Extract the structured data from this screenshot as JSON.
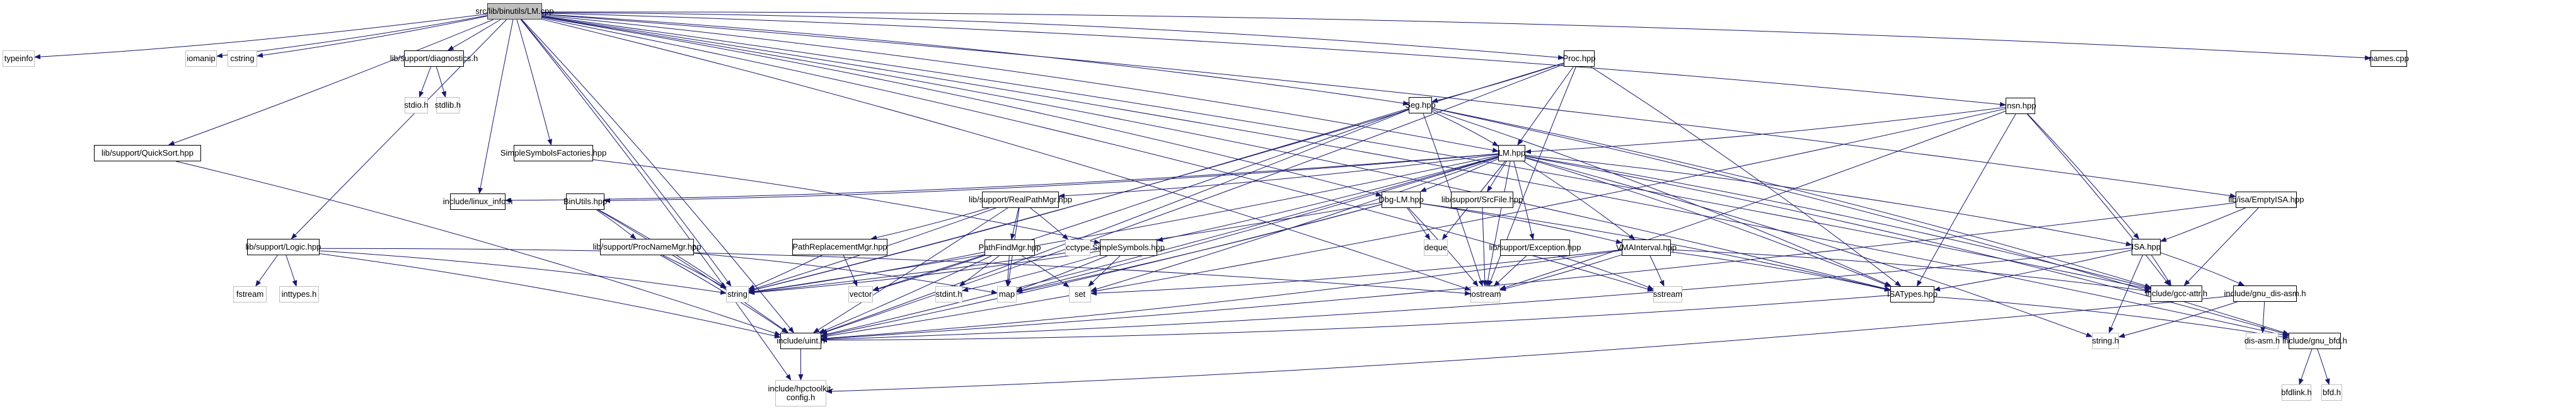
{
  "title": "src/lib/binutils/LM.cpp",
  "colors": {
    "edge": "#191970",
    "node_border": "#000000",
    "external_border": "#bfbfbf",
    "root_fill": "#bfbfbf"
  },
  "nodes": [
    {
      "id": "root",
      "label": "src/lib/binutils/LM.cpp",
      "kind": "root"
    },
    {
      "id": "typeinfo",
      "label": "typeinfo",
      "kind": "ext"
    },
    {
      "id": "iomanip",
      "label": "iomanip",
      "kind": "ext"
    },
    {
      "id": "cstring",
      "label": "cstring",
      "kind": "ext"
    },
    {
      "id": "diagnostics",
      "label": "lib/support/diagnostics.h",
      "kind": "doc"
    },
    {
      "id": "stdio",
      "label": "stdio.h",
      "kind": "ext"
    },
    {
      "id": "stdlib",
      "label": "stdlib.h",
      "kind": "ext"
    },
    {
      "id": "quicksort",
      "label": "lib/support/QuickSort.hpp",
      "kind": "doc"
    },
    {
      "id": "logic",
      "label": "lib/support/Logic.hpp",
      "kind": "doc"
    },
    {
      "id": "fstream",
      "label": "fstream",
      "kind": "ext"
    },
    {
      "id": "inttypes",
      "label": "inttypes.h",
      "kind": "ext"
    },
    {
      "id": "ssfactories",
      "label": "SimpleSymbolsFactories.hpp",
      "kind": "doc"
    },
    {
      "id": "linuxinfo",
      "label": "include/linux_info.h",
      "kind": "doc"
    },
    {
      "id": "binutils",
      "label": "BinUtils.hpp",
      "kind": "doc"
    },
    {
      "id": "procnamemgr",
      "label": "lib/support/ProcNameMgr.hpp",
      "kind": "doc"
    },
    {
      "id": "realpathmgr",
      "label": "lib/support/RealPathMgr.hpp",
      "kind": "doc"
    },
    {
      "id": "pathreplmgr",
      "label": "PathReplacementMgr.hpp",
      "kind": "doc"
    },
    {
      "id": "pathfindmgr",
      "label": "PathFindMgr.hpp",
      "kind": "doc"
    },
    {
      "id": "cctype",
      "label": "cctype",
      "kind": "ext"
    },
    {
      "id": "simplesymbols",
      "label": "SimpleSymbols.hpp",
      "kind": "doc"
    },
    {
      "id": "string",
      "label": "string",
      "kind": "ext"
    },
    {
      "id": "vector",
      "label": "vector",
      "kind": "ext"
    },
    {
      "id": "stdint",
      "label": "stdint.h",
      "kind": "ext"
    },
    {
      "id": "map",
      "label": "map",
      "kind": "ext"
    },
    {
      "id": "set",
      "label": "set",
      "kind": "ext"
    },
    {
      "id": "uint",
      "label": "include/uint.h",
      "kind": "doc"
    },
    {
      "id": "hpcconfig",
      "label": "include/hpctoolkit-config.h",
      "kind": "ext"
    },
    {
      "id": "proc",
      "label": "Proc.hpp",
      "kind": "doc"
    },
    {
      "id": "seg",
      "label": "Seg.hpp",
      "kind": "doc"
    },
    {
      "id": "lm",
      "label": "LM.hpp",
      "kind": "doc"
    },
    {
      "id": "dbglm",
      "label": "Dbg-LM.hpp",
      "kind": "doc"
    },
    {
      "id": "srcfile",
      "label": "lib/support/SrcFile.hpp",
      "kind": "doc"
    },
    {
      "id": "deque",
      "label": "deque",
      "kind": "ext"
    },
    {
      "id": "exception",
      "label": "lib/support/Exception.hpp",
      "kind": "doc"
    },
    {
      "id": "vmainterval",
      "label": "VMAInterval.hpp",
      "kind": "doc"
    },
    {
      "id": "iostream",
      "label": "iostream",
      "kind": "ext"
    },
    {
      "id": "sstream",
      "label": "sstream",
      "kind": "ext"
    },
    {
      "id": "isatypes",
      "label": "ISATypes.hpp",
      "kind": "doc"
    },
    {
      "id": "insn",
      "label": "Insn.hpp",
      "kind": "doc"
    },
    {
      "id": "emptyisa",
      "label": "lib/isa/EmptyISA.hpp",
      "kind": "doc"
    },
    {
      "id": "isa",
      "label": "ISA.hpp",
      "kind": "doc"
    },
    {
      "id": "gccattr",
      "label": "include/gcc-attr.h",
      "kind": "doc"
    },
    {
      "id": "gnudisasm",
      "label": "include/gnu_dis-asm.h",
      "kind": "doc"
    },
    {
      "id": "stringh",
      "label": "string.h",
      "kind": "ext"
    },
    {
      "id": "disasm",
      "label": "dis-asm.h",
      "kind": "ext"
    },
    {
      "id": "gnubfd",
      "label": "include/gnu_bfd.h",
      "kind": "doc"
    },
    {
      "id": "bfdlink",
      "label": "bfdlink.h",
      "kind": "ext"
    },
    {
      "id": "bfd",
      "label": "bfd.h",
      "kind": "ext"
    },
    {
      "id": "namescpp",
      "label": "names.cpp",
      "kind": "doc"
    }
  ],
  "edges": [
    [
      "root",
      "typeinfo"
    ],
    [
      "root",
      "iomanip"
    ],
    [
      "root",
      "cstring"
    ],
    [
      "root",
      "diagnostics"
    ],
    [
      "root",
      "quicksort"
    ],
    [
      "root",
      "logic"
    ],
    [
      "root",
      "linuxinfo"
    ],
    [
      "root",
      "ssfactories"
    ],
    [
      "root",
      "string"
    ],
    [
      "root",
      "uint"
    ],
    [
      "root",
      "hpcconfig"
    ],
    [
      "root",
      "proc"
    ],
    [
      "root",
      "seg"
    ],
    [
      "root",
      "lm"
    ],
    [
      "root",
      "dbglm"
    ],
    [
      "root",
      "insn"
    ],
    [
      "root",
      "emptyisa"
    ],
    [
      "root",
      "namescpp"
    ],
    [
      "root",
      "gccattr"
    ],
    [
      "root",
      "iostream"
    ],
    [
      "root",
      "isatypes"
    ],
    [
      "root",
      "sstream"
    ],
    [
      "root",
      "gnubfd"
    ],
    [
      "diagnostics",
      "stdio"
    ],
    [
      "diagnostics",
      "stdlib"
    ],
    [
      "quicksort",
      "uint"
    ],
    [
      "logic",
      "fstream"
    ],
    [
      "logic",
      "inttypes"
    ],
    [
      "logic",
      "uint"
    ],
    [
      "logic",
      "iostream"
    ],
    [
      "logic",
      "string"
    ],
    [
      "ssfactories",
      "simplesymbols"
    ],
    [
      "binutils",
      "procnamemgr"
    ],
    [
      "binutils",
      "string"
    ],
    [
      "binutils",
      "uint"
    ],
    [
      "procnamemgr",
      "string"
    ],
    [
      "procnamemgr",
      "uint"
    ],
    [
      "procnamemgr",
      "map"
    ],
    [
      "realpathmgr",
      "pathfindmgr"
    ],
    [
      "realpathmgr",
      "cctype"
    ],
    [
      "realpathmgr",
      "string"
    ],
    [
      "realpathmgr",
      "uint"
    ],
    [
      "realpathmgr",
      "pathreplmgr"
    ],
    [
      "realpathmgr",
      "map"
    ],
    [
      "pathreplmgr",
      "string"
    ],
    [
      "pathreplmgr",
      "vector"
    ],
    [
      "pathfindmgr",
      "string"
    ],
    [
      "pathfindmgr",
      "vector"
    ],
    [
      "pathfindmgr",
      "stdint"
    ],
    [
      "pathfindmgr",
      "map"
    ],
    [
      "pathfindmgr",
      "uint"
    ],
    [
      "pathfindmgr",
      "set"
    ],
    [
      "simplesymbols",
      "string"
    ],
    [
      "simplesymbols",
      "stdint"
    ],
    [
      "simplesymbols",
      "set"
    ],
    [
      "simplesymbols",
      "map"
    ],
    [
      "uint",
      "hpcconfig"
    ],
    [
      "proc",
      "seg"
    ],
    [
      "proc",
      "lm"
    ],
    [
      "proc",
      "isatypes"
    ],
    [
      "proc",
      "uint"
    ],
    [
      "proc",
      "iostream"
    ],
    [
      "proc",
      "string"
    ],
    [
      "seg",
      "lm"
    ],
    [
      "seg",
      "isatypes"
    ],
    [
      "seg",
      "uint"
    ],
    [
      "seg",
      "iostream"
    ],
    [
      "seg",
      "string"
    ],
    [
      "seg",
      "gccattr"
    ],
    [
      "seg",
      "gnubfd"
    ],
    [
      "seg",
      "vector"
    ],
    [
      "lm",
      "linuxinfo"
    ],
    [
      "lm",
      "binutils"
    ],
    [
      "lm",
      "realpathmgr"
    ],
    [
      "lm",
      "simplesymbols"
    ],
    [
      "lm",
      "dbglm"
    ],
    [
      "lm",
      "srcfile"
    ],
    [
      "lm",
      "deque"
    ],
    [
      "lm",
      "exception"
    ],
    [
      "lm",
      "vmainterval"
    ],
    [
      "lm",
      "iostream"
    ],
    [
      "lm",
      "isatypes"
    ],
    [
      "lm",
      "isa"
    ],
    [
      "lm",
      "gccattr"
    ],
    [
      "lm",
      "gnubfd"
    ],
    [
      "lm",
      "string"
    ],
    [
      "lm",
      "map"
    ],
    [
      "lm",
      "set"
    ],
    [
      "lm",
      "uint"
    ],
    [
      "lm",
      "stringh"
    ],
    [
      "dbglm",
      "deque"
    ],
    [
      "dbglm",
      "iostream"
    ],
    [
      "dbglm",
      "string"
    ],
    [
      "dbglm",
      "map"
    ],
    [
      "dbglm",
      "vmainterval"
    ],
    [
      "dbglm",
      "isatypes"
    ],
    [
      "dbglm",
      "uint"
    ],
    [
      "srcfile",
      "iostream"
    ],
    [
      "exception",
      "iostream"
    ],
    [
      "exception",
      "sstream"
    ],
    [
      "vmainterval",
      "iostream"
    ],
    [
      "vmainterval",
      "sstream"
    ],
    [
      "vmainterval",
      "set"
    ],
    [
      "vmainterval",
      "isatypes"
    ],
    [
      "vmainterval",
      "uint"
    ],
    [
      "vmainterval",
      "gccattr"
    ],
    [
      "isatypes",
      "uint"
    ],
    [
      "isatypes",
      "gnubfd"
    ],
    [
      "insn",
      "lm"
    ],
    [
      "insn",
      "isa"
    ],
    [
      "insn",
      "isatypes"
    ],
    [
      "insn",
      "iostream"
    ],
    [
      "insn",
      "gccattr"
    ],
    [
      "insn",
      "uint"
    ],
    [
      "emptyisa",
      "isa"
    ],
    [
      "emptyisa",
      "gccattr"
    ],
    [
      "emptyisa",
      "uint"
    ],
    [
      "isa",
      "gccattr"
    ],
    [
      "isa",
      "gnudisasm"
    ],
    [
      "isa",
      "isatypes"
    ],
    [
      "isa",
      "stringh"
    ],
    [
      "isa",
      "uint"
    ],
    [
      "gnudisasm",
      "stringh"
    ],
    [
      "gnudisasm",
      "disasm"
    ],
    [
      "gnudisasm",
      "hpcconfig"
    ],
    [
      "gnubfd",
      "bfdlink"
    ],
    [
      "gnubfd",
      "bfd"
    ]
  ]
}
